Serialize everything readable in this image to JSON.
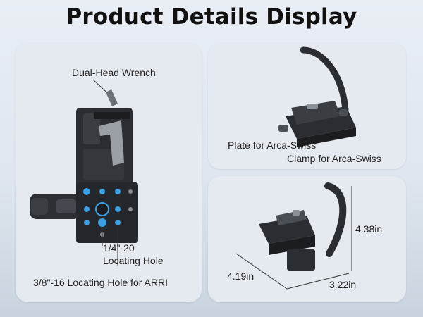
{
  "title": "Product Details Display",
  "left_panel": {
    "wrench_label": "Dual-Head Wrench",
    "hole_14_line1": "1/4\"-20",
    "hole_14_line2": "Locating Hole",
    "hole_38_label": "3/8\"-16 Locating Hole for ARRI"
  },
  "top_right_panel": {
    "plate_label": "Plate for Arca-Swiss",
    "clamp_label": "Clamp for Arca-Swiss"
  },
  "bottom_right_panel": {
    "height": "4.38in",
    "depth": "4.19in",
    "width": "3.22in"
  },
  "colors": {
    "accent_hole": "#3aa0e6",
    "product_body": "#2a2d31"
  }
}
